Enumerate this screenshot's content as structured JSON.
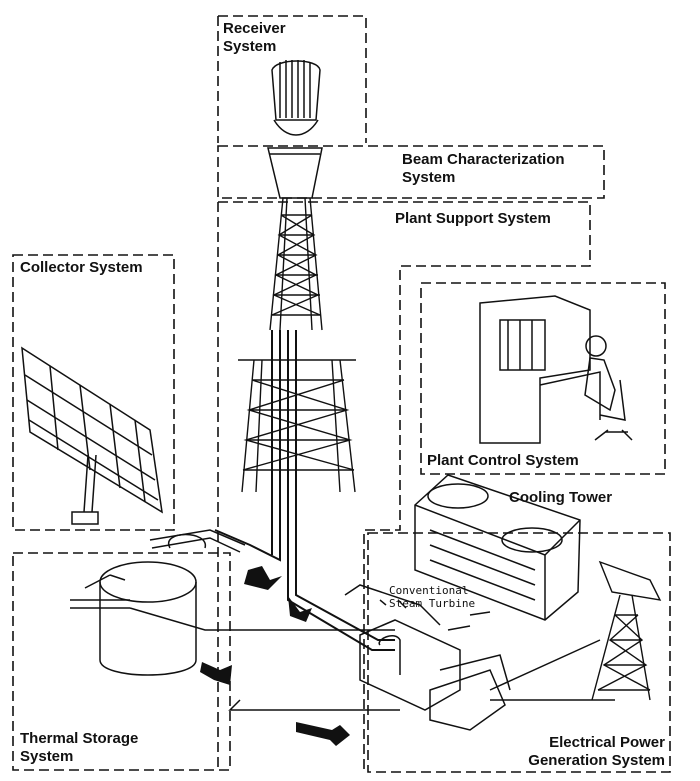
{
  "labels": {
    "receiver": [
      "Receiver",
      "System"
    ],
    "beam": [
      "Beam Characterization",
      "System"
    ],
    "plant_support": "Plant Support System",
    "collector": "Collector System",
    "plant_control": "Plant Control System",
    "cooling_tower": "Cooling Tower",
    "conventional": [
      "Conventional",
      "Steam Turbine"
    ],
    "thermal_storage": [
      "Thermal Storage",
      "System"
    ],
    "electrical": [
      "Electrical Power",
      "Generation System"
    ]
  },
  "colors": {
    "ink": "#111111",
    "paper": "#ffffff"
  }
}
